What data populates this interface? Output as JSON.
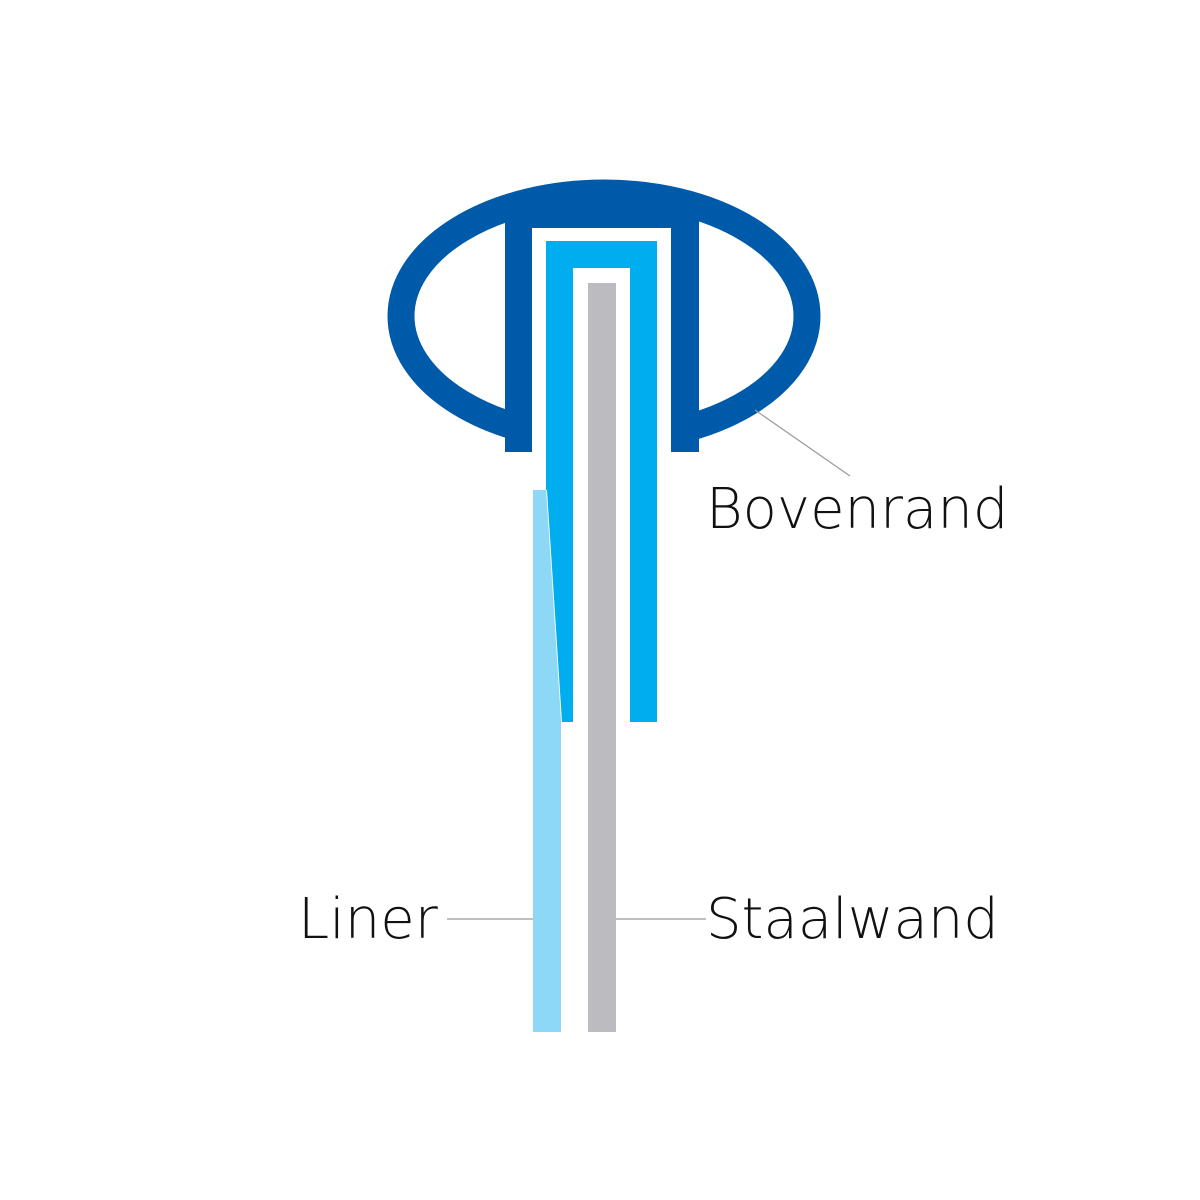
{
  "diagram": {
    "type": "cross-section",
    "subject": "pool wall top edge profile",
    "labels": {
      "top_rim": "Bovenrand",
      "liner": "Liner",
      "steel_wall": "Staalwand"
    },
    "colors": {
      "top_rim": "#005AAA",
      "coping_profile": "#00AEEF",
      "liner": "#8DD7F7",
      "steel_wall": "#BCBCC0",
      "leader_line": "#9A9A9A",
      "text": "#111111",
      "background": "#FFFFFF"
    }
  }
}
